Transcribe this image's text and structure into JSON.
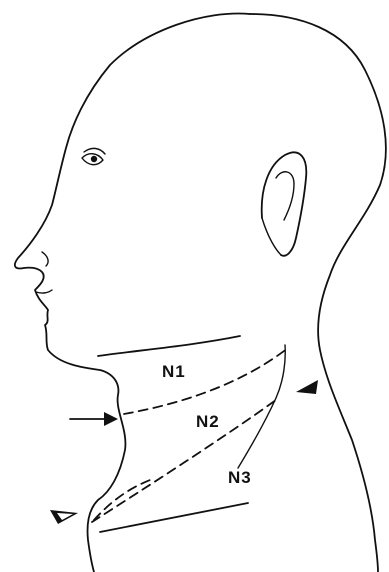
{
  "labels": {
    "n1": "N1",
    "n2": "N2",
    "n3": "N3"
  },
  "colors": {
    "ink": "#111111",
    "background": "#ffffff"
  }
}
